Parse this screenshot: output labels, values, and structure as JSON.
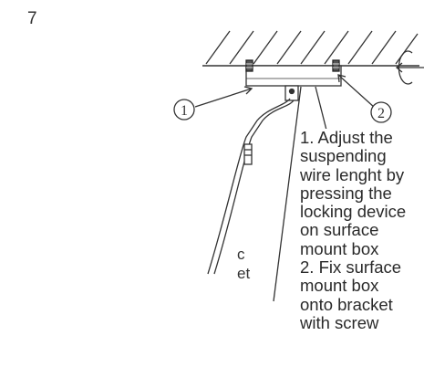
{
  "page_number": "7",
  "side_fragment": [
    "c",
    "et"
  ],
  "callouts": {
    "left": "1",
    "right": "2"
  },
  "instructions": [
    "1. Adjust the",
    "suspending",
    "wire lenght by",
    "pressing the",
    "locking device",
    "on surface",
    "mount box",
    "2. Fix surface",
    "mount box",
    "onto bracket",
    "with screw"
  ],
  "colors": {
    "ink": "#333333",
    "background": "#ffffff"
  }
}
